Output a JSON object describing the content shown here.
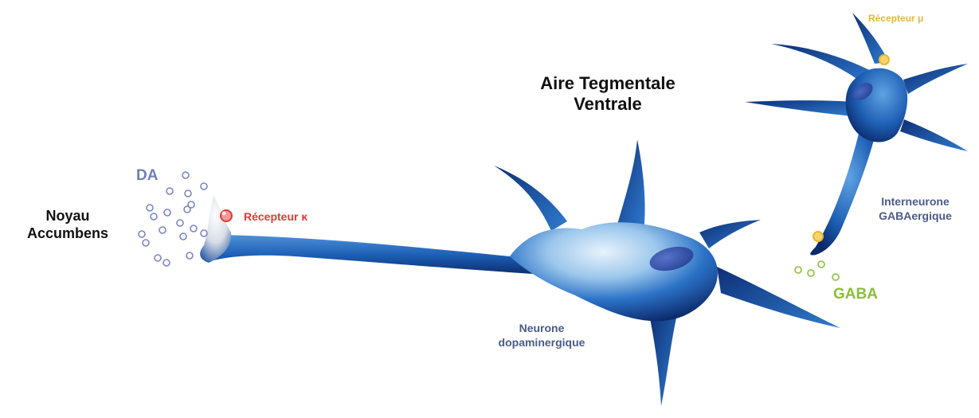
{
  "labels": {
    "vta": "Aire Tegmentale\nVentrale",
    "nac": "Noyau\nAccumbens",
    "da": "DA",
    "kappa_receptor": "Récepteur κ",
    "mu_receptor": "Récepteur μ",
    "dopaminergic_neuron": "Neurone\ndopaminergique",
    "gaba_interneuron": "Interneurone\nGABAergique",
    "gaba": "GABA"
  },
  "colors": {
    "neuron_dark": "#0c2a6b",
    "neuron_mid": "#2a72c6",
    "neuron_light": "#cfe4f6",
    "kappa_receptor": "#e23a35",
    "mu_receptor": "#e8b830",
    "da_vesicle": "#7b86c2",
    "gaba_vesicle": "#8bbf3a"
  }
}
